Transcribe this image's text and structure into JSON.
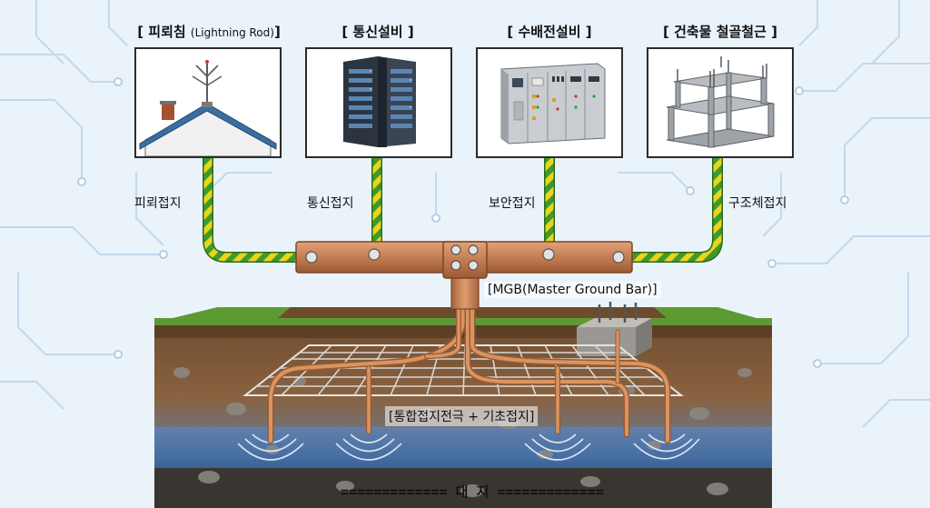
{
  "panels": [
    {
      "title": "[ 피뢰침 ",
      "title_sub": "(Lightning Rod)",
      "title_end": "]",
      "connection_label": "피뢰접지",
      "icon": "lightning-rod-house"
    },
    {
      "title": "[ 통신설비 ]",
      "title_sub": "",
      "title_end": "",
      "connection_label": "통신접지",
      "icon": "server-rack"
    },
    {
      "title": "[ 수배전설비 ]",
      "title_sub": "",
      "title_end": "",
      "connection_label": "보안접지",
      "icon": "switchgear-cabinet"
    },
    {
      "title": "[ 건축물 철골철근 ]",
      "title_sub": "",
      "title_end": "",
      "connection_label": "구조체접지",
      "icon": "steel-frame-building"
    }
  ],
  "mgb_label": "[MGB(Master Ground Bar)]",
  "electrode_label": "[통합접지전극 + 기초접지]",
  "ground_title": "============= 대 지 =============",
  "colors": {
    "background": "#eaf3fa",
    "circuit_lines": "#c3d8ea",
    "copper": "#c9825a",
    "ground_wire_green": "#3f9a2e",
    "ground_wire_yellow": "#e8d51c",
    "soil_top": "#7a5434",
    "soil_deep": "#5a3d25",
    "groundwater": "#4a78b8",
    "grass": "#5d9a32"
  }
}
